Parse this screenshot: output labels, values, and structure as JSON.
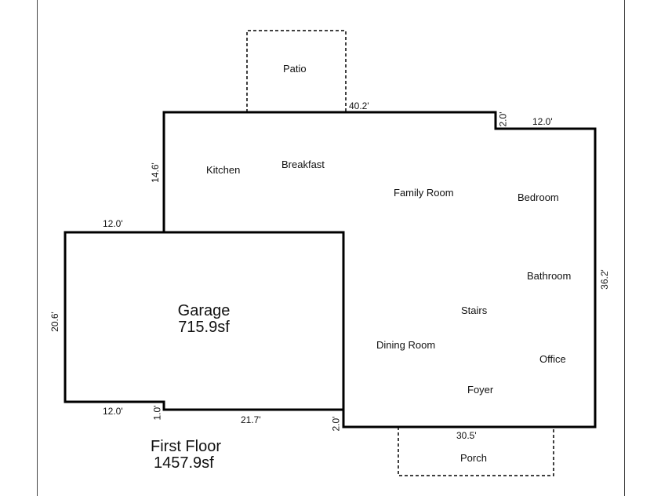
{
  "floor": {
    "title": "First Floor",
    "area": "1457.9sf"
  },
  "garage": {
    "label": "Garage",
    "area": "715.9sf"
  },
  "rooms": {
    "kitchen": "Kitchen",
    "breakfast": "Breakfast",
    "family_room": "Family Room",
    "bedroom": "Bedroom",
    "bathroom": "Bathroom",
    "stairs": "Stairs",
    "dining_room": "Dining Room",
    "office": "Office",
    "foyer": "Foyer"
  },
  "outdoor": {
    "patio": "Patio",
    "porch": "Porch"
  },
  "dimensions": {
    "top_main": "40.2'",
    "top_step": "2.0'",
    "top_right": "12.0'",
    "left_upper": "14.6'",
    "garage_top": "12.0'",
    "garage_left": "20.6'",
    "right": "36.2'",
    "garage_bottom": "12.0'",
    "bottom_step_1": "1.0'",
    "bottom_middle": "21.7'",
    "bottom_step_2": "2.0'",
    "bottom_main": "30.5'"
  },
  "colors": {
    "wall": "#000000",
    "text": "#111111",
    "background": "#ffffff"
  }
}
